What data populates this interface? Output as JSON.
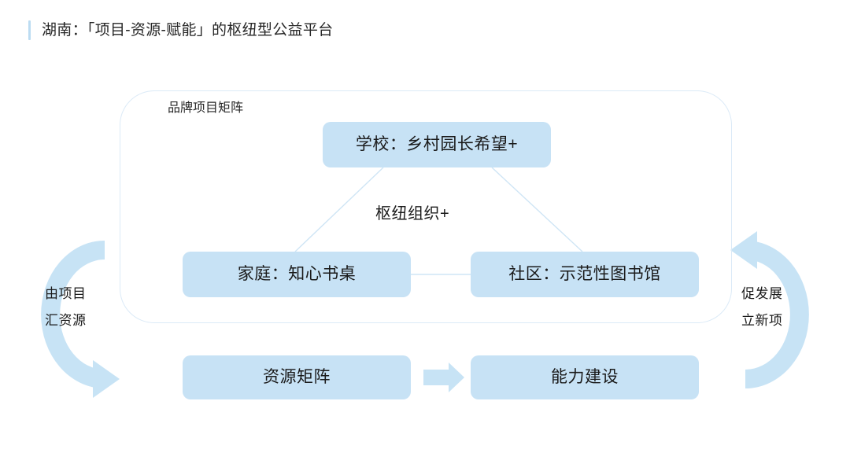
{
  "title": {
    "text": "湖南：「项目-资源-赋能」的枢纽型公益平台",
    "accent_color": "#bcdcf2"
  },
  "theme": {
    "node_fill": "#c7e2f5",
    "arrow_fill": "#c7e3f5",
    "container_border": "#dbeaf7",
    "connector_line": "#cfe5f5",
    "text_color": "#1a1a1a",
    "background": "#ffffff"
  },
  "matrix": {
    "label": "品牌项目矩阵",
    "hub_label": "枢纽组织+",
    "nodes": [
      {
        "id": "school",
        "label": "学校：乡村园长希望+"
      },
      {
        "id": "family",
        "label": "家庭：知心书桌"
      },
      {
        "id": "community",
        "label": "社区：示范性图书馆"
      }
    ]
  },
  "bottom": {
    "nodes": [
      {
        "id": "resource",
        "label": "资源矩阵"
      },
      {
        "id": "capacity",
        "label": "能力建设"
      }
    ],
    "arrow": "right-arrow-icon"
  },
  "cycle": {
    "left": {
      "icon": "curved-arrow-down-icon",
      "line1": "由项目",
      "line2": "汇资源"
    },
    "right": {
      "icon": "curved-arrow-up-icon",
      "line1": "促发展",
      "line2": "立新项"
    }
  }
}
